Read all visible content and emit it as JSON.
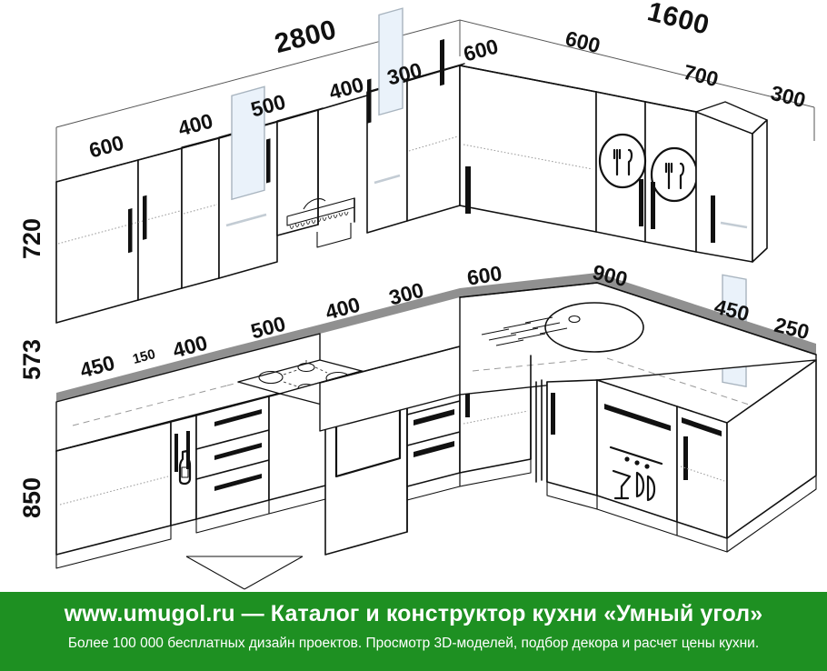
{
  "meta": {
    "title": "Кухонный гарнитур — угловая компоновка",
    "colors": {
      "banner_green": "#1e9022",
      "countertop_gray": "#909090",
      "glass_blue": "#eaf2fa",
      "line_black": "#111111"
    }
  },
  "dimensions": {
    "totals": [
      {
        "id": "total-left-wall",
        "value": "2800"
      },
      {
        "id": "total-right-wall",
        "value": "1600"
      }
    ],
    "upper_left_wall": [
      {
        "id": "upper-600",
        "value": "600"
      },
      {
        "id": "upper-400",
        "value": "400"
      },
      {
        "id": "upper-500",
        "value": "500"
      },
      {
        "id": "upper-400b",
        "value": "400"
      },
      {
        "id": "upper-300",
        "value": "300"
      },
      {
        "id": "upper-600b",
        "value": "600"
      }
    ],
    "upper_corner": {
      "id": "upper-corner-600",
      "value": "600"
    },
    "upper_right_wall": [
      {
        "id": "upper-r-600",
        "value": "600"
      },
      {
        "id": "upper-r-700",
        "value": "700"
      },
      {
        "id": "upper-r-300",
        "value": "300"
      }
    ],
    "lower_left_wall": [
      {
        "id": "lower-450",
        "value": "450"
      },
      {
        "id": "lower-150",
        "value": "150"
      },
      {
        "id": "lower-400",
        "value": "400"
      },
      {
        "id": "lower-500",
        "value": "500"
      },
      {
        "id": "lower-400b",
        "value": "400"
      },
      {
        "id": "lower-300",
        "value": "300"
      },
      {
        "id": "lower-600",
        "value": "600"
      }
    ],
    "lower_right_wall": [
      {
        "id": "lower-r-900",
        "value": "900"
      },
      {
        "id": "lower-r-450",
        "value": "450"
      },
      {
        "id": "lower-r-250",
        "value": "250"
      }
    ],
    "heights": [
      {
        "id": "height-upper",
        "value": "720"
      },
      {
        "id": "height-backsplash",
        "value": "573"
      },
      {
        "id": "height-lower",
        "value": "850"
      }
    ]
  },
  "modules": {
    "upper": [
      {
        "name": "wall-cabinet-2door",
        "width": "600",
        "doors": 2,
        "front": "solid"
      },
      {
        "name": "wall-cabinet-1door",
        "width": "400",
        "doors": 1,
        "front": "solid"
      },
      {
        "name": "wall-cabinet-glass",
        "width": "500",
        "doors": 1,
        "front": "glass"
      },
      {
        "name": "wall-dish-drainer",
        "width": "400",
        "doors": 0,
        "front": "open-rack"
      },
      {
        "name": "wall-cabinet-glass2",
        "width": "300",
        "doors": 1,
        "front": "glass"
      },
      {
        "name": "wall-cabinet-1door2",
        "width": "600",
        "doors": 1,
        "front": "solid"
      },
      {
        "name": "wall-corner-cabinet",
        "width": "600",
        "doors": 1,
        "front": "solid"
      },
      {
        "name": "wall-cabinet-cutlery",
        "width": "700",
        "doors": 2,
        "front": "motif-cutlery"
      },
      {
        "name": "wall-cabinet-glass3",
        "width": "300",
        "doors": 1,
        "front": "glass"
      }
    ],
    "lower": [
      {
        "name": "base-cabinet-door",
        "width": "450",
        "front": "door"
      },
      {
        "name": "base-bottle-rack",
        "width": "150",
        "front": "bottle-motif"
      },
      {
        "name": "base-drawers-3",
        "width": "400",
        "front": "drawers"
      },
      {
        "name": "base-hob-unit",
        "width": "500",
        "front": "cooktop"
      },
      {
        "name": "free-standing-cooker",
        "width": "400",
        "front": "oven"
      },
      {
        "name": "base-drawers-3b",
        "width": "300",
        "front": "drawers"
      },
      {
        "name": "base-cabinet-door2",
        "width": "600",
        "front": "door"
      },
      {
        "name": "base-corner-sink",
        "width": "900",
        "front": "sink"
      },
      {
        "name": "dishwasher",
        "width": "450",
        "front": "dishwasher-motif"
      },
      {
        "name": "base-end-unit",
        "width": "250",
        "front": "door"
      }
    ]
  },
  "banner": {
    "url": "www.umugol.ru",
    "dash": "—",
    "headline": "Каталог и конструктор кухни «Умный угол»",
    "subtitle": "Более 100 000 бесплатных дизайн проектов. Просмотр 3D-моделей, подбор декора и расчет цены кухни."
  }
}
